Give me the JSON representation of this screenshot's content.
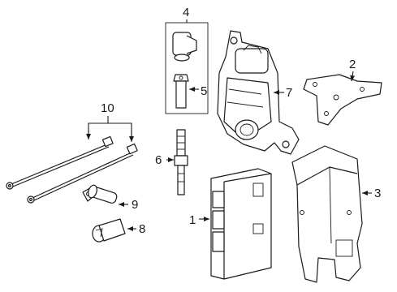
{
  "callouts": [
    {
      "id": "c1",
      "label": "1"
    },
    {
      "id": "c2",
      "label": "2"
    },
    {
      "id": "c3",
      "label": "3"
    },
    {
      "id": "c4",
      "label": "4"
    },
    {
      "id": "c5",
      "label": "5"
    },
    {
      "id": "c6",
      "label": "6"
    },
    {
      "id": "c7",
      "label": "7"
    },
    {
      "id": "c8",
      "label": "8"
    },
    {
      "id": "c9",
      "label": "9"
    },
    {
      "id": "c10",
      "label": "10"
    }
  ],
  "colors": {
    "line": "#1a1a1a",
    "background": "#ffffff"
  }
}
